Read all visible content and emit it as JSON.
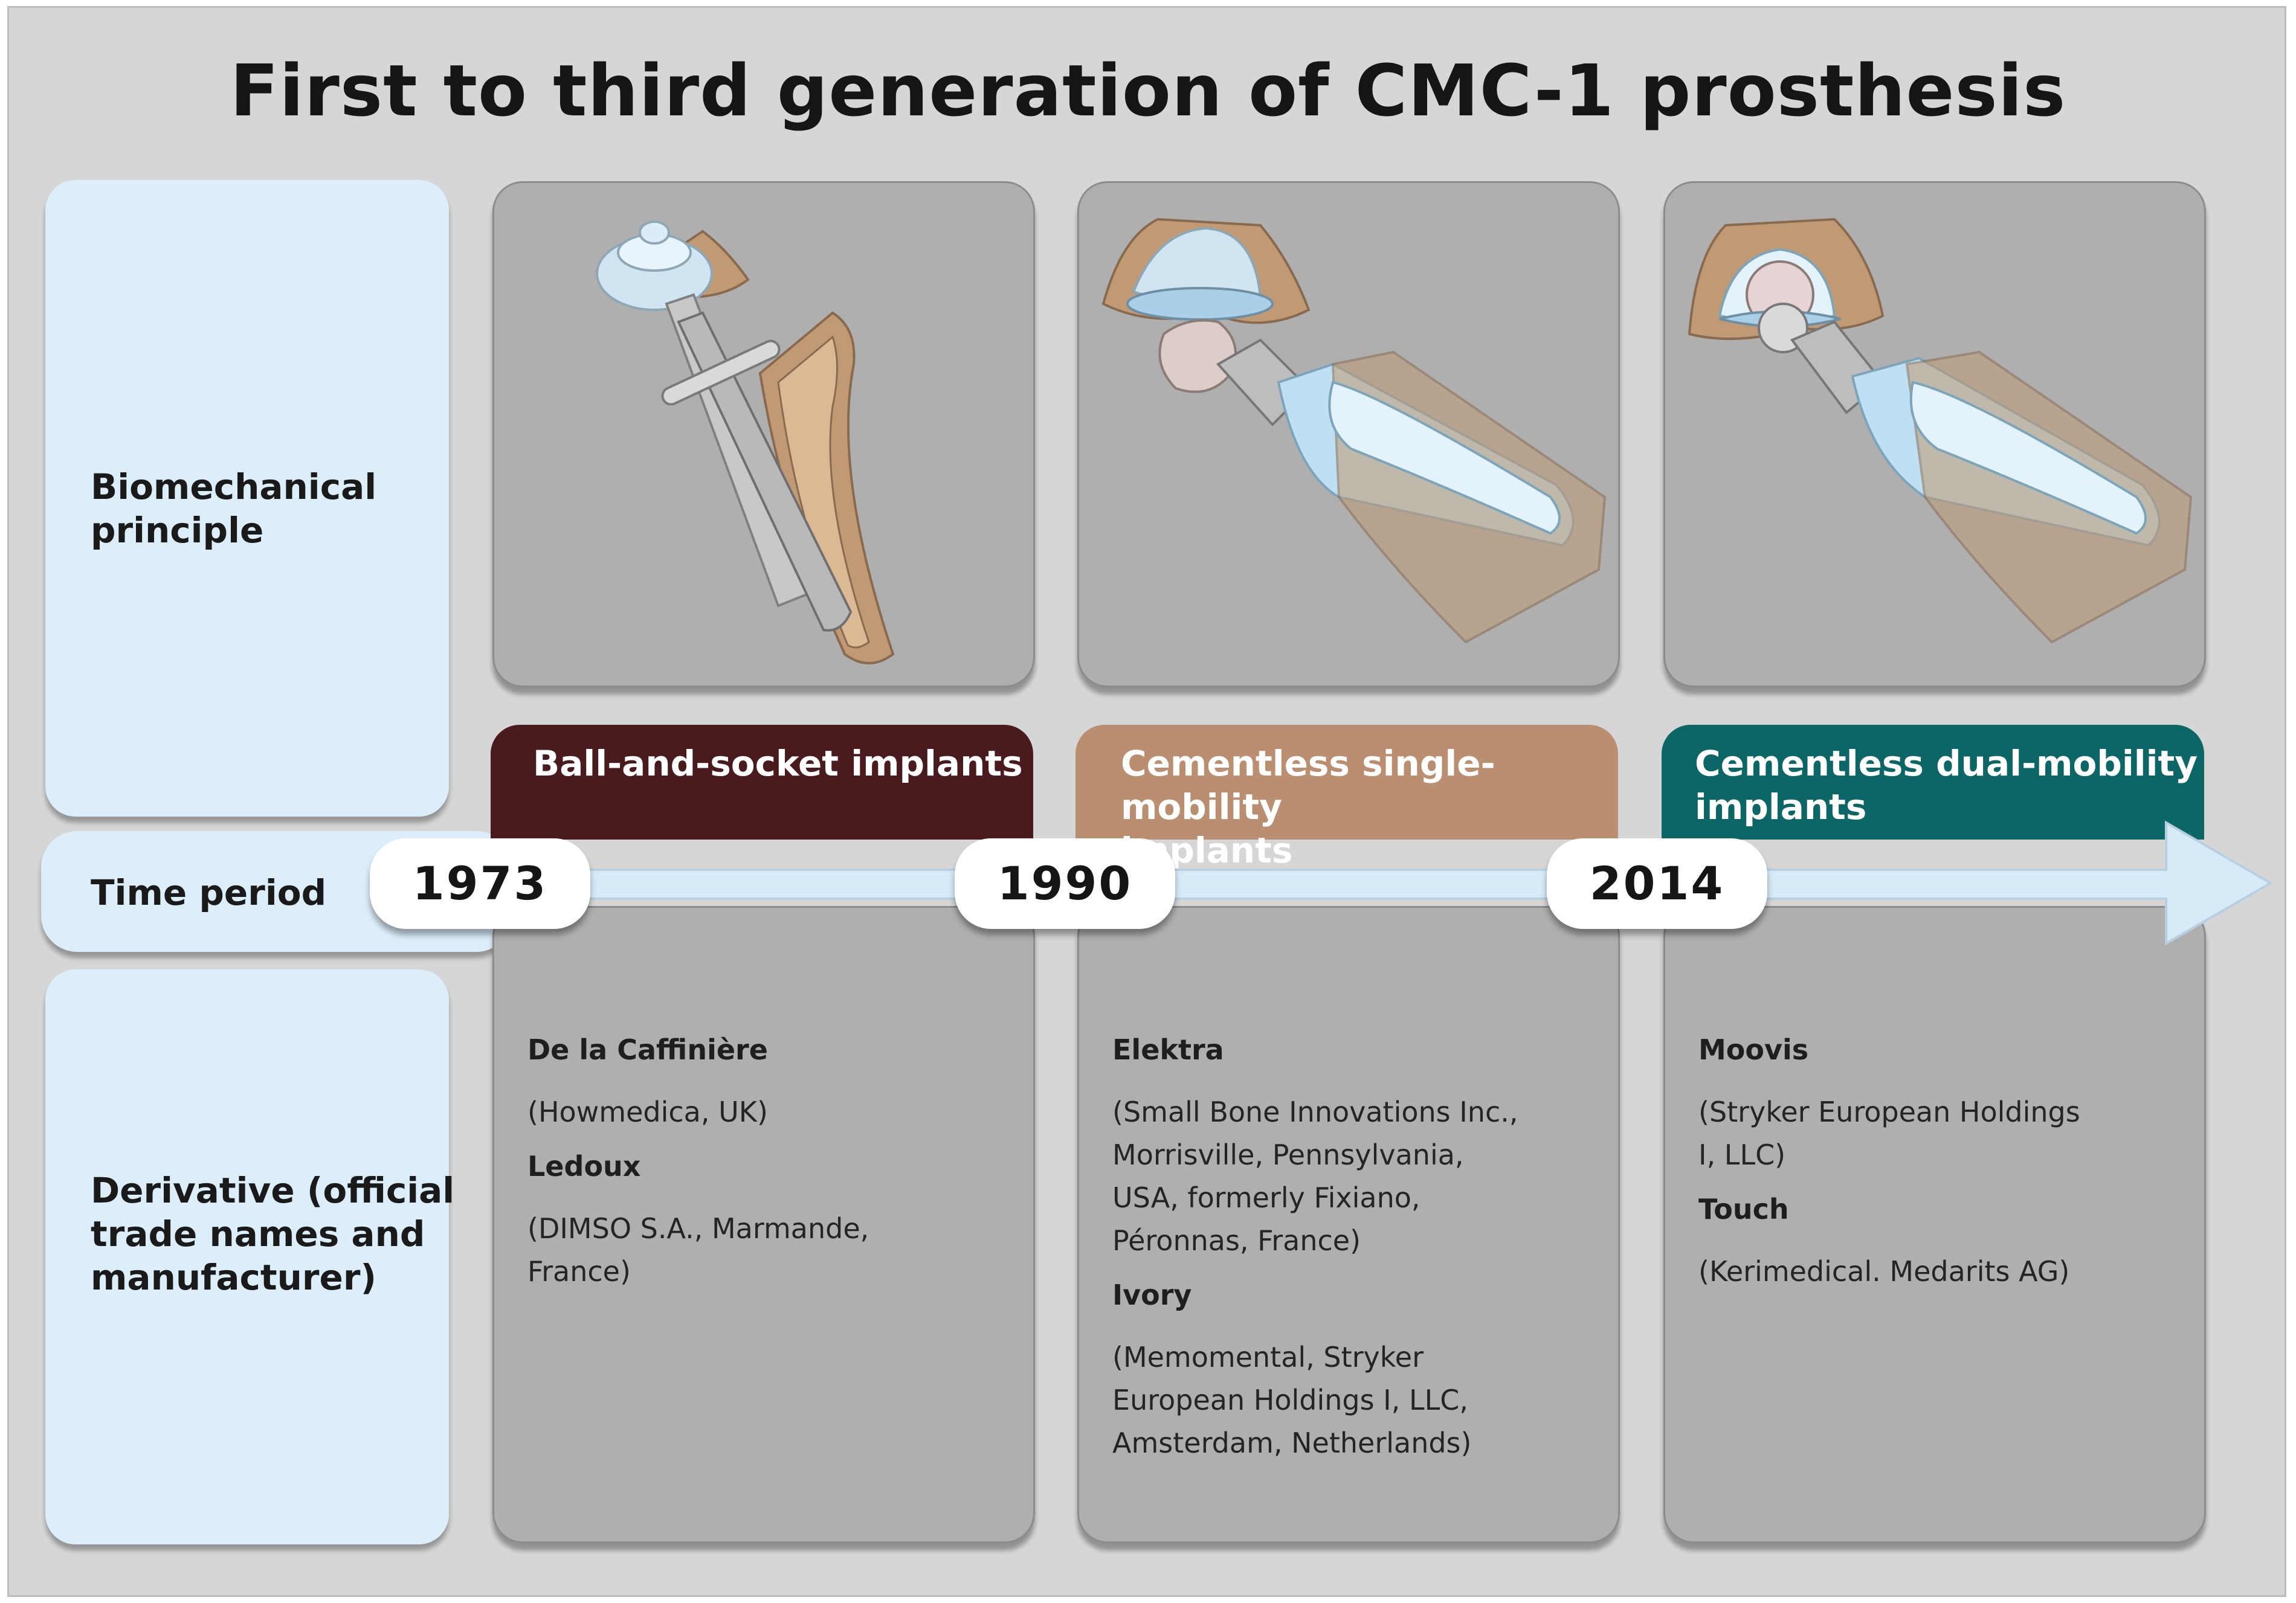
{
  "title": "First to third generation of CMC-1 prosthesis",
  "row_labels": {
    "biomechanical": "Biomechanical\nprinciple",
    "time_period": "Time period",
    "derivative": "Derivative (official\ntrade names and\nmanufacturer)"
  },
  "generations": [
    {
      "category": "Ball-and-socket implants",
      "year": "1973",
      "color": "#4a1b1e",
      "derivatives": [
        {
          "name": "De la Caffinière",
          "detail": "(Howmedica, UK)"
        },
        {
          "name": "Ledoux",
          "detail": "(DIMSO S.A., Marmande,\nFrance)"
        }
      ]
    },
    {
      "category": "Cementless single-mobility\nimplants",
      "year": "1990",
      "color": "#b98e71",
      "derivatives": [
        {
          "name": "Elektra",
          "detail": "(Small Bone Innovations Inc.,\nMorrisville, Pennsylvania,\nUSA, formerly Fixiano,\nPéronnas, France)"
        },
        {
          "name": "Ivory",
          "detail": "(Memomental, Stryker\nEuropean Holdings I, LLC,\nAmsterdam, Netherlands)"
        }
      ]
    },
    {
      "category": "Cementless dual-mobility\nimplants",
      "year": "2014",
      "color": "#0c6665",
      "derivatives": [
        {
          "name": "Moovis",
          "detail": "(Stryker European Holdings\nI, LLC)"
        },
        {
          "name": "Touch",
          "detail": "(Kerimedical. Medarits AG)"
        }
      ]
    }
  ],
  "colors": {
    "background": "#d6d6d6",
    "label_box": "#ddeefb",
    "panel": "#afafaf",
    "timeline_arrow": "#d7eaf8",
    "bone": "#c09a74",
    "implant_metal": "#c8c8c8",
    "implant_blue": "#bfe0f2"
  },
  "icons": [
    "ball-and-socket-implant-illustration",
    "single-mobility-implant-illustration",
    "dual-mobility-implant-illustration"
  ]
}
